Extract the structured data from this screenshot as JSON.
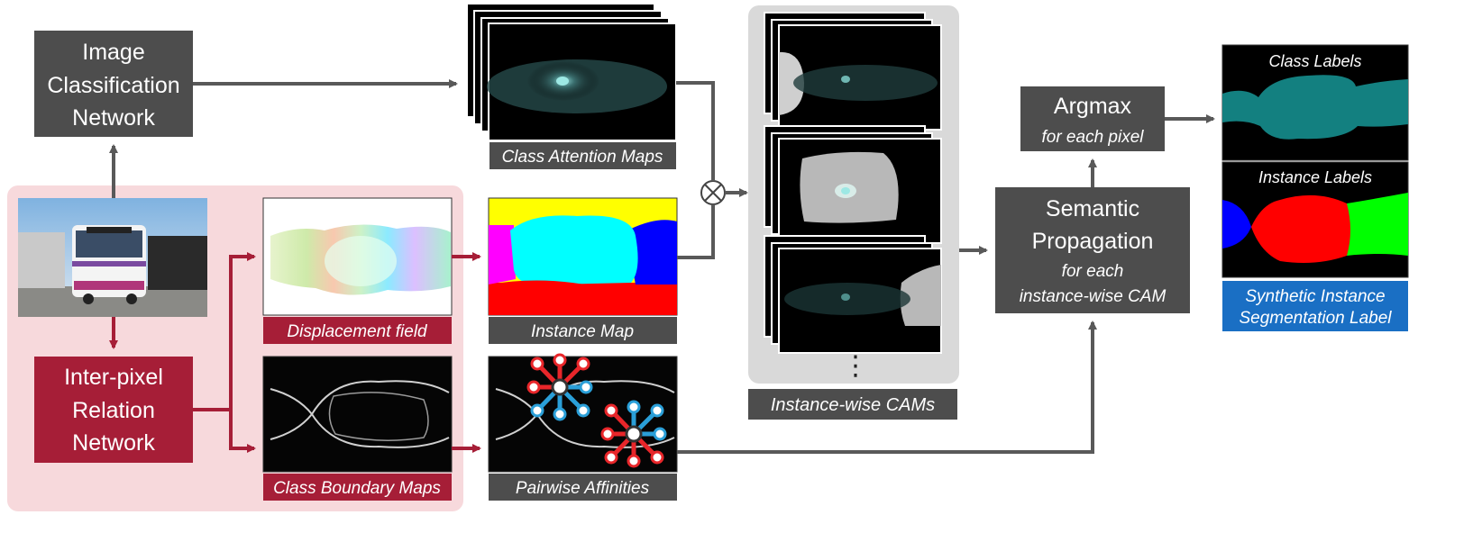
{
  "nodes": {
    "image_classification_network": [
      "Image",
      "Classification",
      "Network"
    ],
    "inter_pixel_relation_network": [
      "Inter-pixel",
      "Relation",
      "Network"
    ],
    "argmax_title": "Argmax",
    "argmax_sub": "for each pixel",
    "semantic_propagation_title": [
      "Semantic",
      "Propagation"
    ],
    "semantic_propagation_sub": [
      "for each",
      "instance-wise CAM"
    ]
  },
  "captions": {
    "class_attention_maps": "Class Attention Maps",
    "displacement_field": "Displacement field",
    "instance_map": "Instance Map",
    "class_boundary_maps": "Class Boundary Maps",
    "pairwise_affinities": "Pairwise Affinities",
    "instance_wise_cams": "Instance-wise CAMs",
    "synthetic_label": [
      "Synthetic Instance",
      "Segmentation Label"
    ]
  },
  "overlays": {
    "class_labels": "Class Labels",
    "instance_labels": "Instance Labels"
  },
  "ellipsis": "⋮",
  "operator": "⊗",
  "colors": {
    "dark_box": "#4d4d4d",
    "red_box": "#a61e37",
    "pink_region": "#f7d9dc",
    "blue_box": "#1a6fc4",
    "arrow_gray": "#595959",
    "arrow_red": "#a61e37",
    "cam_panel": "#d9d9d9"
  }
}
